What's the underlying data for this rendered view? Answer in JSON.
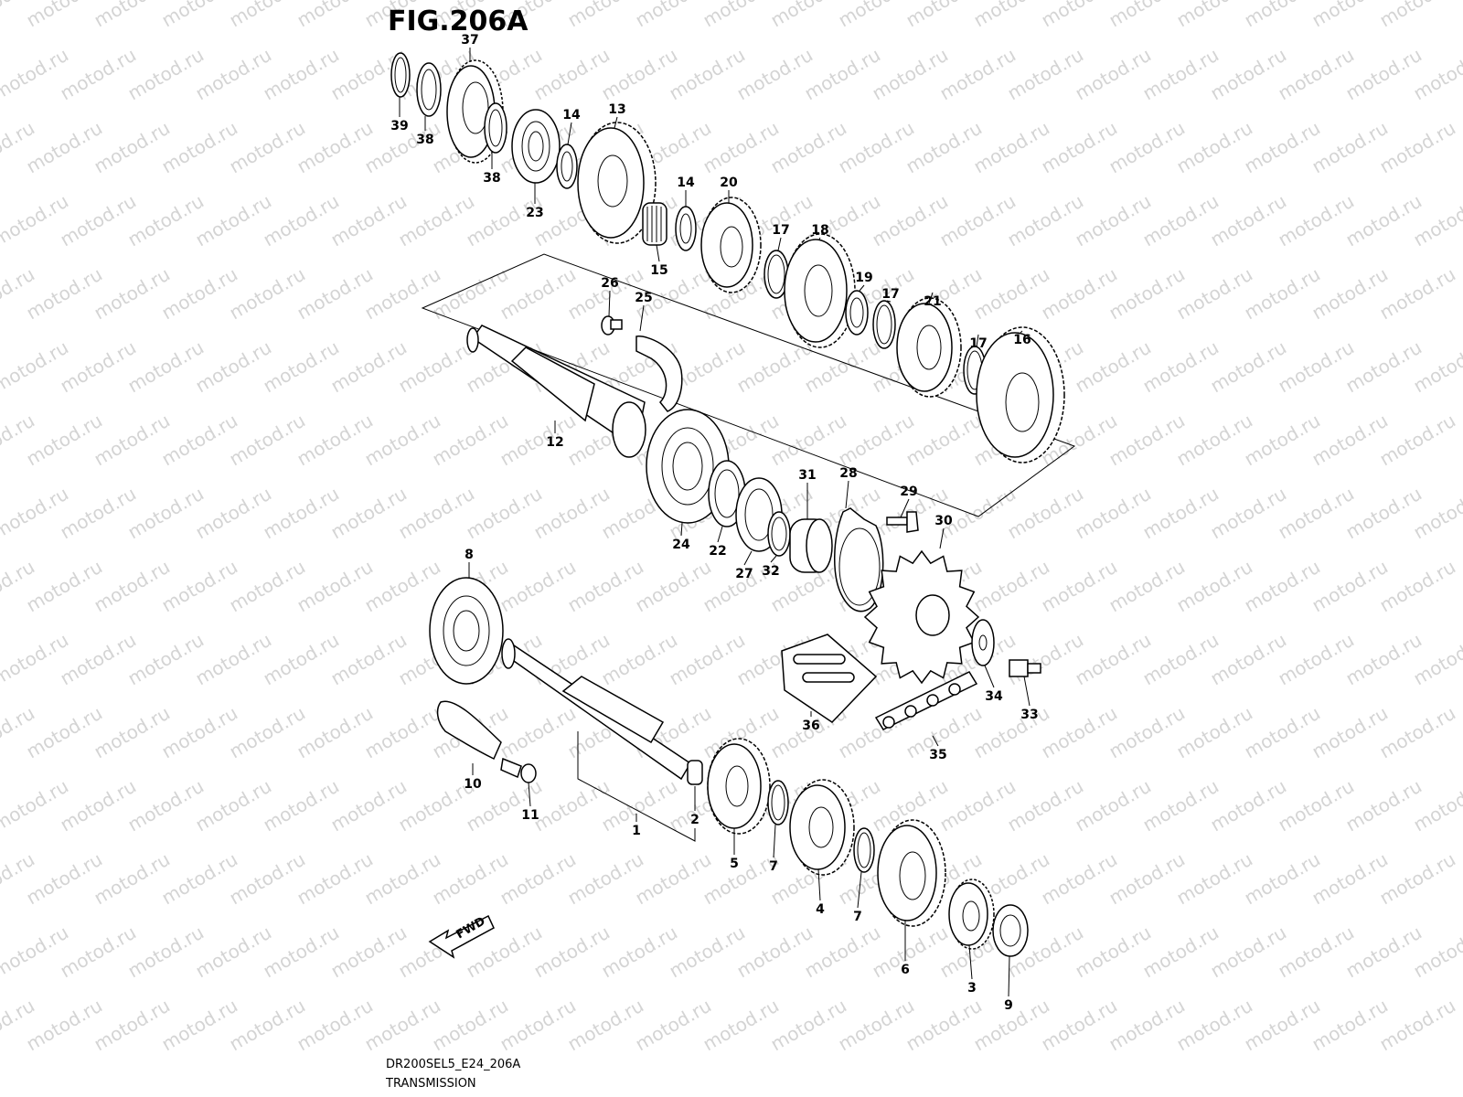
{
  "figure": {
    "title": "FIG.206A",
    "model_code": "DR200SEL5_E24_206A",
    "section_name": "TRANSMISSION",
    "watermark": "motod.ru",
    "fwd_label": "FWD"
  },
  "callouts": [
    {
      "id": "37",
      "text": "37"
    },
    {
      "id": "39",
      "text": "39"
    },
    {
      "id": "38a",
      "text": "38"
    },
    {
      "id": "38b",
      "text": "38"
    },
    {
      "id": "23",
      "text": "23"
    },
    {
      "id": "14a",
      "text": "14"
    },
    {
      "id": "13",
      "text": "13"
    },
    {
      "id": "14b",
      "text": "14"
    },
    {
      "id": "15",
      "text": "15"
    },
    {
      "id": "20",
      "text": "20"
    },
    {
      "id": "17a",
      "text": "17"
    },
    {
      "id": "18",
      "text": "18"
    },
    {
      "id": "19",
      "text": "19"
    },
    {
      "id": "17b",
      "text": "17"
    },
    {
      "id": "21",
      "text": "21"
    },
    {
      "id": "17c",
      "text": "17"
    },
    {
      "id": "16",
      "text": "16"
    },
    {
      "id": "26",
      "text": "26"
    },
    {
      "id": "25",
      "text": "25"
    },
    {
      "id": "12",
      "text": "12"
    },
    {
      "id": "24",
      "text": "24"
    },
    {
      "id": "22",
      "text": "22"
    },
    {
      "id": "27",
      "text": "27"
    },
    {
      "id": "32",
      "text": "32"
    },
    {
      "id": "31",
      "text": "31"
    },
    {
      "id": "28",
      "text": "28"
    },
    {
      "id": "29",
      "text": "29"
    },
    {
      "id": "30",
      "text": "30"
    },
    {
      "id": "8",
      "text": "8"
    },
    {
      "id": "36",
      "text": "36"
    },
    {
      "id": "34",
      "text": "34"
    },
    {
      "id": "33",
      "text": "33"
    },
    {
      "id": "35",
      "text": "35"
    },
    {
      "id": "10",
      "text": "10"
    },
    {
      "id": "11",
      "text": "11"
    },
    {
      "id": "1",
      "text": "1"
    },
    {
      "id": "2",
      "text": "2"
    },
    {
      "id": "5",
      "text": "5"
    },
    {
      "id": "7a",
      "text": "7"
    },
    {
      "id": "4",
      "text": "4"
    },
    {
      "id": "7b",
      "text": "7"
    },
    {
      "id": "6",
      "text": "6"
    },
    {
      "id": "3",
      "text": "3"
    },
    {
      "id": "9",
      "text": "9"
    }
  ]
}
